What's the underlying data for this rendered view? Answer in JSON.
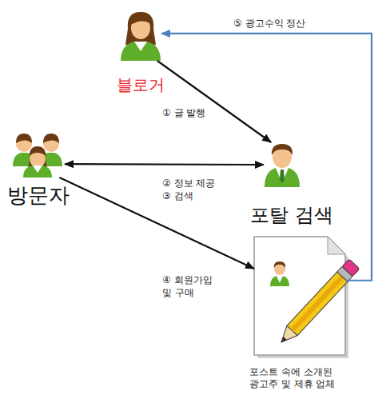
{
  "diagram": {
    "nodes": [
      {
        "text": [
          "블로거"
        ]
      },
      {
        "text": [
          "방문자"
        ]
      },
      {
        "text": [
          "포탈 검색"
        ]
      },
      {
        "text": [
          "포스트 속에 소개된 광고주 및 제휴 업체"
        ]
      }
    ],
    "edges": [
      {
        "from": 0,
        "to": 2,
        "arrow": "to",
        "label": "① 글 발행"
      },
      {
        "from": 1,
        "to": 2,
        "arrow": "both",
        "label": "② 정보 제공 ③ 검색"
      },
      {
        "from": 1,
        "to": 3,
        "arrow": "to",
        "label": "④ 회원가입 및 구매"
      },
      {
        "from": 3,
        "to": 0,
        "arrow": "to",
        "label": "⑤ 광고수익 정산"
      }
    ]
  }
}
